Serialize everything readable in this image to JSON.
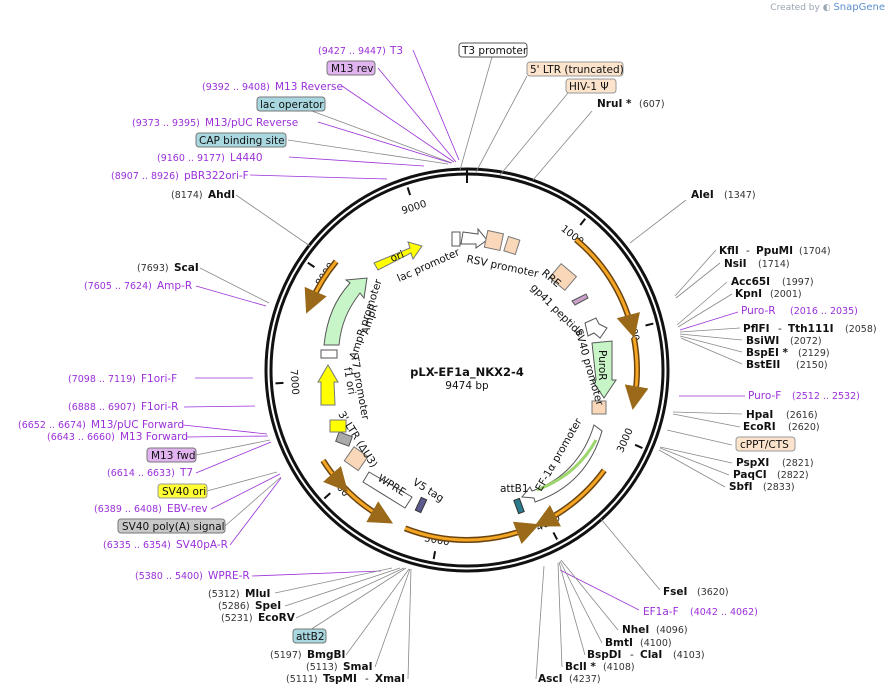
{
  "credit": {
    "prefix": "Created by",
    "brand": "SnapGene"
  },
  "plasmid": {
    "name": "pLX-EF1a_NKX2-4",
    "length_label": "9474 bp",
    "length": 9474
  },
  "ticks": [
    "1000",
    "2000",
    "3000",
    "4000",
    "5000",
    "6000",
    "7000",
    "8000",
    "9000"
  ],
  "features": [
    {
      "name": "T3 promoter",
      "style": "box-white"
    },
    {
      "name": "5' LTR (truncated)",
      "style": "box-peach"
    },
    {
      "name": "HIV-1 Ψ",
      "style": "box-peach"
    },
    {
      "name": "M13 rev",
      "style": "box-purple"
    },
    {
      "name": "lac operator",
      "style": "box-teal"
    },
    {
      "name": "CAP binding site",
      "style": "box-teal"
    },
    {
      "name": "cPPT/CTS",
      "style": "box-peach"
    },
    {
      "name": "M13 fwd",
      "style": "box-purple"
    },
    {
      "name": "SV40 ori",
      "style": "box-yellow"
    },
    {
      "name": "SV40 poly(A) signal",
      "style": "box-gray"
    },
    {
      "name": "attB2",
      "style": "box-teal"
    }
  ],
  "inner_labels": {
    "ori": "ori",
    "lac_promoter": "lac promoter",
    "rsv_promoter": "RSV promoter",
    "rre": "RRE",
    "gp41": "gp41 peptide",
    "sv40_promoter": "SV40 promoter",
    "puror": "PuroR",
    "attb1": "attB1",
    "ef1a": "EF-1α promoter",
    "v5tag": "V5 tag",
    "wpre": "WPRE",
    "ltr3": "3' LTR (ΔU3)",
    "t7": "T7 promoter",
    "f1ori": "f1 ori",
    "ampr_promoter": "AmpR promoter",
    "ampr": "AmpR"
  },
  "primers": [
    {
      "name": "T3",
      "range": "(9427 .. 9447)"
    },
    {
      "name": "M13 Reverse",
      "range": "(9392 .. 9408)"
    },
    {
      "name": "M13/pUC Reverse",
      "range": "(9373 .. 9395)"
    },
    {
      "name": "L4440",
      "range": "(9160 .. 9177)"
    },
    {
      "name": "pBR322ori-F",
      "range": "(8907 .. 8926)"
    },
    {
      "name": "Amp-R",
      "range": "(7605 .. 7624)"
    },
    {
      "name": "F1ori-F",
      "range": "(7098 .. 7119)"
    },
    {
      "name": "F1ori-R",
      "range": "(6888 .. 6907)"
    },
    {
      "name": "M13/pUC Forward",
      "range": "(6652 .. 6674)"
    },
    {
      "name": "M13 Forward",
      "range": "(6643 .. 6660)"
    },
    {
      "name": "T7",
      "range": "(6614 .. 6633)"
    },
    {
      "name": "EBV-rev",
      "range": "(6389 .. 6408)"
    },
    {
      "name": "SV40pA-R",
      "range": "(6335 .. 6354)"
    },
    {
      "name": "WPRE-R",
      "range": "(5380 .. 5400)"
    },
    {
      "name": "Puro-R",
      "range": "(2016 .. 2035)"
    },
    {
      "name": "Puro-F",
      "range": "(2512 .. 2532)"
    },
    {
      "name": "EF1a-F",
      "range": "(4042 .. 4062)"
    }
  ],
  "sites": [
    {
      "name": "NruI *",
      "pos": "(607)"
    },
    {
      "name": "AleI",
      "pos": "(1347)"
    },
    {
      "name": "KflI",
      "name2": "PpuMI",
      "pos": "(1704)"
    },
    {
      "name": "NsiI",
      "pos": "(1714)"
    },
    {
      "name": "Acc65I",
      "pos": "(1997)"
    },
    {
      "name": "KpnI",
      "pos": "(2001)"
    },
    {
      "name": "PflFI",
      "name2": "Tth111I",
      "pos": "(2058)"
    },
    {
      "name": "BsiWI",
      "pos": "(2072)"
    },
    {
      "name": "BspEI *",
      "pos": "(2129)"
    },
    {
      "name": "BstEII",
      "pos": "(2150)"
    },
    {
      "name": "HpaI",
      "pos": "(2616)"
    },
    {
      "name": "EcoRI",
      "pos": "(2620)"
    },
    {
      "name": "PspXI",
      "pos": "(2821)"
    },
    {
      "name": "PaqCI",
      "pos": "(2822)"
    },
    {
      "name": "SbfI",
      "pos": "(2833)"
    },
    {
      "name": "FseI",
      "pos": "(3620)"
    },
    {
      "name": "NheI",
      "pos": "(4096)"
    },
    {
      "name": "BmtI",
      "pos": "(4100)"
    },
    {
      "name": "BspDI",
      "name2": "ClaI",
      "pos": "(4103)"
    },
    {
      "name": "BclI *",
      "pos": "(4108)"
    },
    {
      "name": "AscI",
      "pos": "(4237)"
    },
    {
      "name": "AhdI",
      "pos": "(8174)"
    },
    {
      "name": "ScaI",
      "pos": "(7693)"
    },
    {
      "name": "MluI",
      "pos": "(5312)"
    },
    {
      "name": "SpeI",
      "pos": "(5286)"
    },
    {
      "name": "EcoRV",
      "pos": "(5231)"
    },
    {
      "name": "BmgBI",
      "pos": "(5197)"
    },
    {
      "name": "SmaI",
      "pos": "(5113)"
    },
    {
      "name": "TspMI",
      "name2": "XmaI",
      "pos": "(5111)"
    }
  ]
}
